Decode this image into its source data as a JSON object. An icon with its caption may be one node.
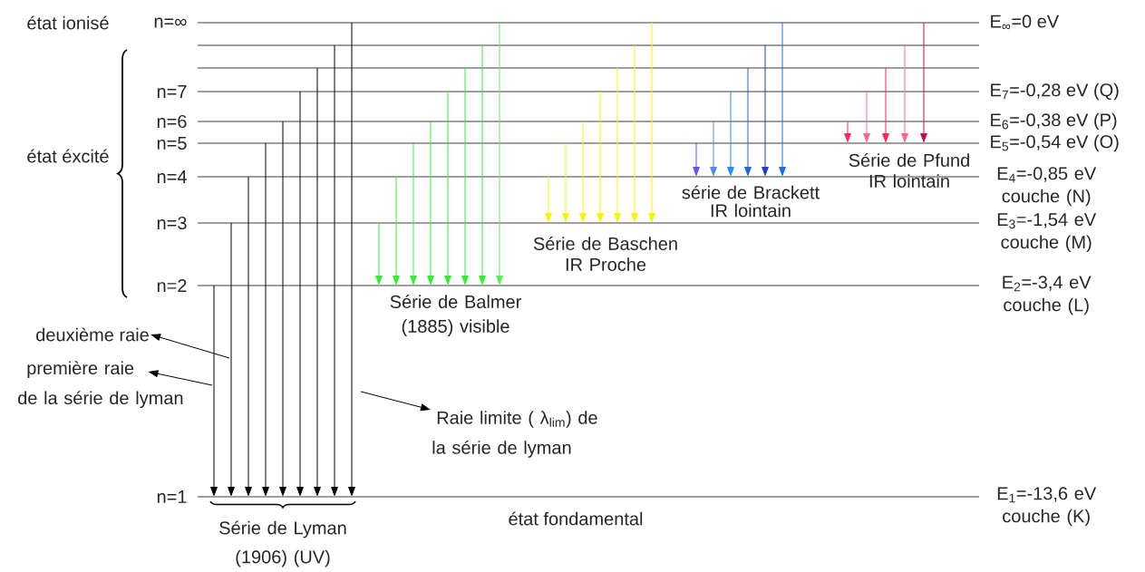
{
  "diagram": {
    "nodes": [
      {
        "text": [],
        "shape": "bar",
        "beside": [
          "état ionisé",
          "n=∞",
          "E$_{∞}$=0 eV"
        ]
      },
      {
        "text": [],
        "shape": "bar"
      },
      {
        "text": [],
        "shape": "bar"
      },
      {
        "text": [],
        "shape": "bar",
        "beside": [
          "n=7",
          "E$_{7}$=-0,28 eV (Q)"
        ]
      },
      {
        "text": [],
        "shape": "bar",
        "beside": [
          "n=6",
          "E$_{6}$=-0,38 eV (P)"
        ]
      },
      {
        "text": [],
        "shape": "bar",
        "beside": [
          "n=5",
          "E$_{5}$=-0,54 eV (O)"
        ]
      },
      {
        "text": [],
        "shape": "bar",
        "beside": [
          "n=4",
          "E$_{4}$=-0,85 eV couche (N)"
        ]
      },
      {
        "text": [],
        "shape": "bar",
        "beside": [
          "n=3",
          "E$_{3}$=-1,54 eV couche (M)"
        ]
      },
      {
        "text": [],
        "shape": "bar",
        "beside": [
          "n=2",
          "E$_{2}$=-3,4 eV couche (L)"
        ]
      },
      {
        "text": [],
        "shape": "bar",
        "beside": [
          "n=1",
          "état fondamental",
          "E$_{1}$=-13,6 eV couche (K)"
        ]
      },
      {
        "text": [
          "deuxième raie"
        ]
      },
      {
        "text": [
          "première raie de la série de lyman"
        ]
      },
      {
        "text": [
          "Raie limite ( λ$_{lim}$) de la série de lyman"
        ]
      }
    ],
    "edges": [
      {
        "from": 8,
        "to": 9,
        "arrow": "to",
        "color": "#000000"
      },
      {
        "from": 7,
        "to": 9,
        "arrow": "to",
        "color": "#000000"
      },
      {
        "from": 6,
        "to": 9,
        "arrow": "to",
        "color": "#000000"
      },
      {
        "from": 5,
        "to": 9,
        "arrow": "to",
        "color": "#000000"
      },
      {
        "from": 4,
        "to": 9,
        "arrow": "to",
        "color": "#000000"
      },
      {
        "from": 3,
        "to": 9,
        "arrow": "to",
        "color": "#000000"
      },
      {
        "from": 2,
        "to": 9,
        "arrow": "to",
        "color": "#000000"
      },
      {
        "from": 1,
        "to": 9,
        "arrow": "to",
        "color": "#000000"
      },
      {
        "from": 0,
        "to": 9,
        "arrow": "to",
        "color": "#000000"
      },
      {
        "from": 7,
        "to": 8,
        "arrow": "to",
        "color": "#33ee33"
      },
      {
        "from": 6,
        "to": 8,
        "arrow": "to",
        "color": "#33ee33"
      },
      {
        "from": 5,
        "to": 8,
        "arrow": "to",
        "color": "#33ee33"
      },
      {
        "from": 4,
        "to": 8,
        "arrow": "to",
        "color": "#33ee33"
      },
      {
        "from": 3,
        "to": 8,
        "arrow": "to",
        "color": "#33ee33"
      },
      {
        "from": 2,
        "to": 8,
        "arrow": "to",
        "color": "#33ee33"
      },
      {
        "from": 1,
        "to": 8,
        "arrow": "to",
        "color": "#33ee33"
      },
      {
        "from": 0,
        "to": 8,
        "arrow": "to",
        "color": "#55ee55"
      },
      {
        "from": 6,
        "to": 7,
        "arrow": "to",
        "color": "#f5f500"
      },
      {
        "from": 5,
        "to": 7,
        "arrow": "to",
        "color": "#f5f500"
      },
      {
        "from": 4,
        "to": 7,
        "arrow": "to",
        "color": "#f5f500"
      },
      {
        "from": 3,
        "to": 7,
        "arrow": "to",
        "color": "#f5f500"
      },
      {
        "from": 2,
        "to": 7,
        "arrow": "to",
        "color": "#f5f500"
      },
      {
        "from": 1,
        "to": 7,
        "arrow": "to",
        "color": "#f5f500"
      },
      {
        "from": 0,
        "to": 7,
        "arrow": "to",
        "color": "#f5f500"
      },
      {
        "from": 5,
        "to": 6,
        "arrow": "to",
        "color": "#6a4cff"
      },
      {
        "from": 4,
        "to": 6,
        "arrow": "to",
        "color": "#4a8ae8"
      },
      {
        "from": 3,
        "to": 6,
        "arrow": "to",
        "color": "#1e90ff"
      },
      {
        "from": 2,
        "to": 6,
        "arrow": "to",
        "color": "#1a66dd"
      },
      {
        "from": 1,
        "to": 6,
        "arrow": "to",
        "color": "#1a3fbf"
      },
      {
        "from": 0,
        "to": 6,
        "arrow": "to",
        "color": "#1a6aee"
      },
      {
        "from": 4,
        "to": 5,
        "arrow": "to",
        "color": "#ff2a5a"
      },
      {
        "from": 3,
        "to": 5,
        "arrow": "to",
        "color": "#ff6688"
      },
      {
        "from": 2,
        "to": 5,
        "arrow": "to",
        "color": "#ff2255"
      },
      {
        "from": 1,
        "to": 5,
        "arrow": "to",
        "color": "#ff6688"
      },
      {
        "from": 0,
        "to": 5,
        "arrow": "to",
        "color": "#c0104a"
      },
      {
        "from": null,
        "to": 10,
        "arrow": "to",
        "color": "#000000"
      },
      {
        "from": null,
        "to": 11,
        "arrow": "to",
        "color": "#000000"
      },
      {
        "from": null,
        "to": 12,
        "arrow": "to",
        "color": "#000000"
      }
    ],
    "labels": [
      "état éxcité",
      "Série de Lyman (1906) (UV)",
      "Série de Balmer (1885) visible",
      "Série de Baschen IR Proche",
      "série de Brackett IR lointain",
      "Série de Pfund IR lointain"
    ]
  }
}
